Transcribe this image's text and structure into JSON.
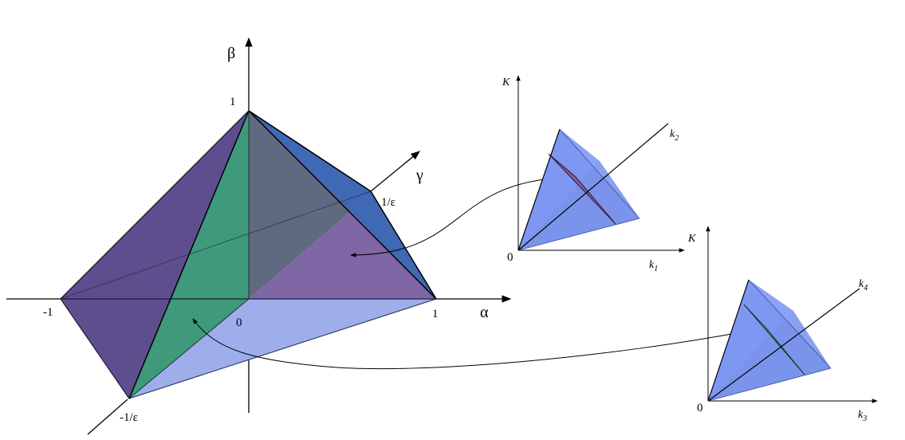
{
  "main": {
    "alpha_label": "α",
    "beta_label": "β",
    "gamma_label": "γ",
    "tick_one_beta": "1",
    "tick_one_alpha": "1",
    "tick_minus_one": "-1",
    "tick_zero": "0",
    "tick_inv_eps": "1/ε",
    "tick_minus_inv_eps": "-1/ε"
  },
  "inset_top": {
    "K_label": "K",
    "origin_label": "0",
    "k1": {
      "base": "k",
      "sub": "1"
    },
    "k2": {
      "base": "k",
      "sub": "2"
    }
  },
  "inset_bottom": {
    "K_label": "K",
    "origin_label": "0",
    "k3": {
      "base": "k",
      "sub": "3"
    },
    "k4": {
      "base": "k",
      "sub": "4"
    }
  },
  "colors": {
    "left_face": "#5e4e8e",
    "back_right_face": "#3f68b5",
    "middle_face": "#5f6a80",
    "front_right_face": "#7f66a5",
    "bottom_left_face": "#7990c8",
    "bottom_right_face": "#9eaeeb",
    "green_section": "#3e9a7b",
    "inset_blue": "#7c96f2",
    "inset_light": "#a8baf8",
    "inset_purple_section": "#8a5b9a",
    "inset_green_section": "#43b08d"
  }
}
